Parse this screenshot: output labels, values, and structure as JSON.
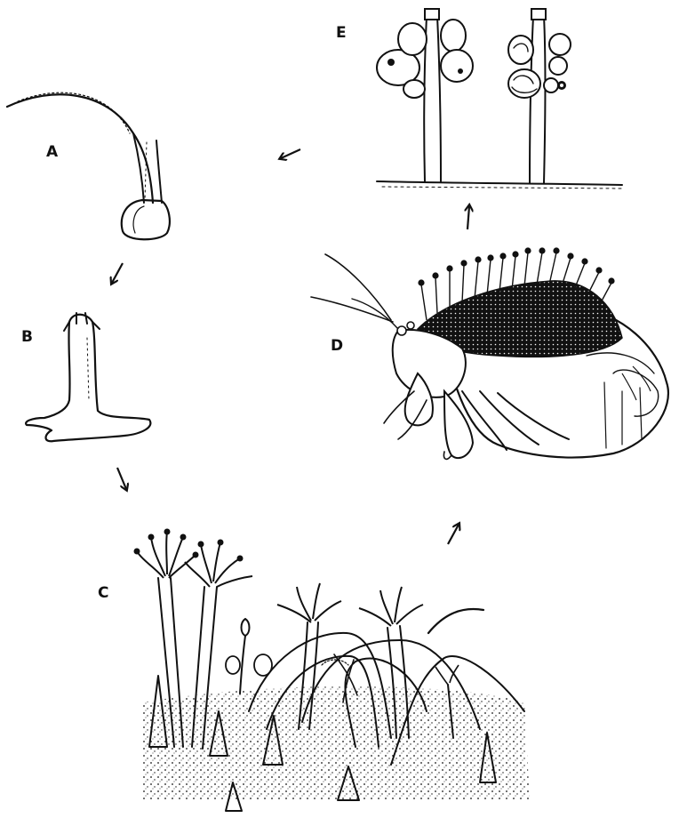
{
  "figure": {
    "stages": [
      {
        "id": "A",
        "label": "A"
      },
      {
        "id": "B",
        "label": "B"
      },
      {
        "id": "C",
        "label": "C"
      },
      {
        "id": "D",
        "label": "D"
      },
      {
        "id": "E",
        "label": "E"
      }
    ]
  }
}
